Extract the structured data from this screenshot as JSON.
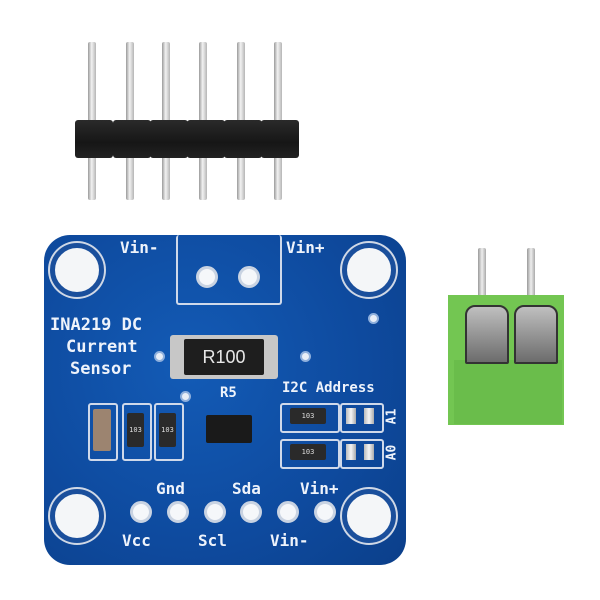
{
  "scene": {
    "description": "INA219 DC current sensor breakout board with a 6-pin male header and a 2-pin green screw terminal",
    "background_color": "#ffffff"
  },
  "header_pins": {
    "count": 6,
    "housing_color": "#1c1c1c",
    "pin_color": "#d8d8d8"
  },
  "pcb": {
    "color": "#0e4a9e",
    "title_lines": [
      "INA219 DC",
      "Current",
      "Sensor"
    ],
    "top_labels": {
      "vin_minus": "Vin-",
      "vin_plus": "Vin+"
    },
    "shunt_resistor": {
      "marking": "R100"
    },
    "ic_label": "R5",
    "i2c": {
      "label": "I2C Address",
      "jumpers": [
        "A1",
        "A0"
      ]
    },
    "resistor_markings": [
      "103",
      "103",
      "103",
      "103"
    ],
    "pin_labels_top": [
      "Gnd",
      "Sda",
      "Vin+"
    ],
    "pin_labels_bottom": [
      "Vcc",
      "Scl",
      "Vin-"
    ]
  },
  "terminal_block": {
    "positions": 2,
    "color": "#6fc24f"
  }
}
